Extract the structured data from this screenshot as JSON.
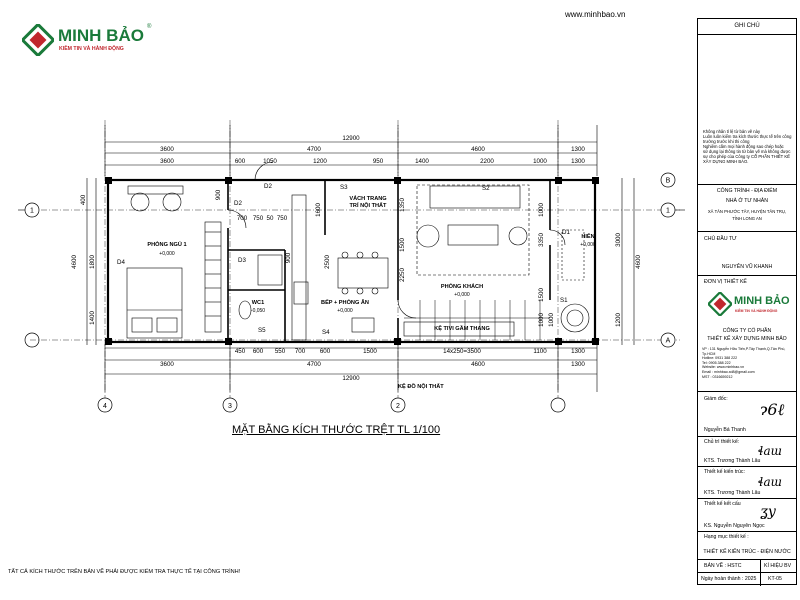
{
  "header": {
    "brand": "MINH BẢO",
    "registered": "®",
    "slogan": "KIỀM TIN VÀ HÀNH ĐỘNG",
    "website": "www.minhbao.vn"
  },
  "drawing": {
    "title": "MẶT BẰNG KÍCH THƯỚC TRỆT TL 1/100",
    "footnote": "TẤT CẢ KÍCH THƯỚC TRÊN BẢN VẼ PHẢI ĐƯỢC KIỂM TRA THỰC TẾ TẠI CÔNG TRÌNH!",
    "grid_numbers": [
      "1",
      "2",
      "3",
      "4"
    ],
    "grid_letters": [
      "A",
      "B"
    ],
    "rooms": {
      "bedroom": "PHÒNG NGỦ 1",
      "living": "PHÒNG KHÁCH",
      "kitchen": "BẾP + PHÒNG ĂN",
      "wc": "WC1",
      "yard": "HIÊN",
      "stairs": "KỆ TIVI GẦM THANG",
      "partition": "VÁCH TRANG\nTRÍ NỘI THẤT",
      "shelf_note": "KỆ ĐỒ NỘI THẤT"
    },
    "levels": {
      "bedroom": "+0,000",
      "living": "+0,000",
      "kitchen": "+0,000",
      "wc": "-0,050",
      "yard": "+0,000"
    },
    "tags": {
      "doors": [
        "D1",
        "D2",
        "D2",
        "D3",
        "D4"
      ],
      "windows": [
        "S1",
        "S2",
        "S3",
        "S4",
        "S5"
      ]
    },
    "dims_top_total": "12900",
    "dims_top_row2": [
      "3600",
      "4700",
      "4600",
      "1300"
    ],
    "dims_top_row3": [
      "3600",
      "600",
      "1050",
      "1200",
      "950",
      "1400",
      "2200",
      "1000",
      "1300"
    ],
    "dims_bottom_row1": [
      "450",
      "600",
      "550",
      "700",
      "600",
      "1500",
      "14x250=3500",
      "1100",
      "1300"
    ],
    "dims_bottom_row2": [
      "3600",
      "4700",
      "4600",
      "1300"
    ],
    "dims_bottom_total": "12900",
    "dims_left": [
      "400",
      "1800",
      "1400",
      "4600"
    ],
    "dims_right": [
      "3000",
      "1200",
      "4600"
    ],
    "dims_inner": [
      "700",
      "750",
      "50",
      "750",
      "1600",
      "2500",
      "900",
      "1350",
      "3350",
      "1500",
      "2250",
      "1000",
      "1500",
      "1000",
      "1000",
      "900"
    ]
  },
  "title_block": {
    "notes_header": "GHI CHÚ",
    "notes": [
      "Không nhân tỉ lệ từ bản vẽ này",
      "Luôn luôn kiểm tra kích thước thực tế trên công",
      "trường trước khi thi công",
      "Nghiêm cấm mọi hành động sao chép hoặc",
      "sử dụng lại thông tin từ bản vẽ mà không được",
      "sự cho phép của Công ty CỔ PHẦN THIẾT KẾ",
      "XÂY DỰNG MINH BẢO."
    ],
    "project_label": "CÔNG TRÌNH - ĐỊA ĐIỂM",
    "project_name": "NHÀ Ở TƯ NHÂN",
    "project_address": "XÃ TÂN PHƯỚC TÂY, HUYỆN TÂN TRỤ,",
    "project_province": "TỈNH LONG AN",
    "owner_label": "CHỦ ĐẦU TƯ",
    "owner_name": "NGUYỄN VŨ KHANH",
    "designer_label": "ĐƠN VỊ THIẾT KẾ",
    "company_line1": "CÔNG TY CỔ PHẦN",
    "company_line2": "THIẾT KẾ XÂY DỰNG MINH BẢO",
    "company_info": [
      "VP : 131 Nguyễn Hữu Tiến,P.Tây Thạnh,Q.Tân Phú, Tp.HCM",
      "Hotline: 0931 388 222",
      "Tel: 0905.388 222",
      "Website: www.minhbao.vn",
      "Email : minhbao.xd8@gmail.com",
      "MST : 0316659212"
    ],
    "director_label": "Giám đốc:",
    "director_name": "Nguyễn Bá Thanh",
    "chief_label": "Chủ trì thiết kế:",
    "chief_name": "KTS. Trương Thành Lâu",
    "arch_label": "Thiết kế kiến trúc:",
    "arch_name": "KTS. Trương Thành Lâu",
    "struct_label": "Thiết kế kết cấu",
    "struct_name": "KS. Nguyễn Nguyên Ngọc",
    "category_label": "Hạng mục thiết kế :",
    "category_value": "THIẾT KẾ KIẾN TRÚC - ĐIỆN NƯỚC",
    "sheet_label": "BẢN VẼ : HSTC",
    "sheet_code_label": "KÍ HIỆU BV",
    "date_label": "Ngày hoàn thành : 2025",
    "sheet_code": "KT-05"
  }
}
